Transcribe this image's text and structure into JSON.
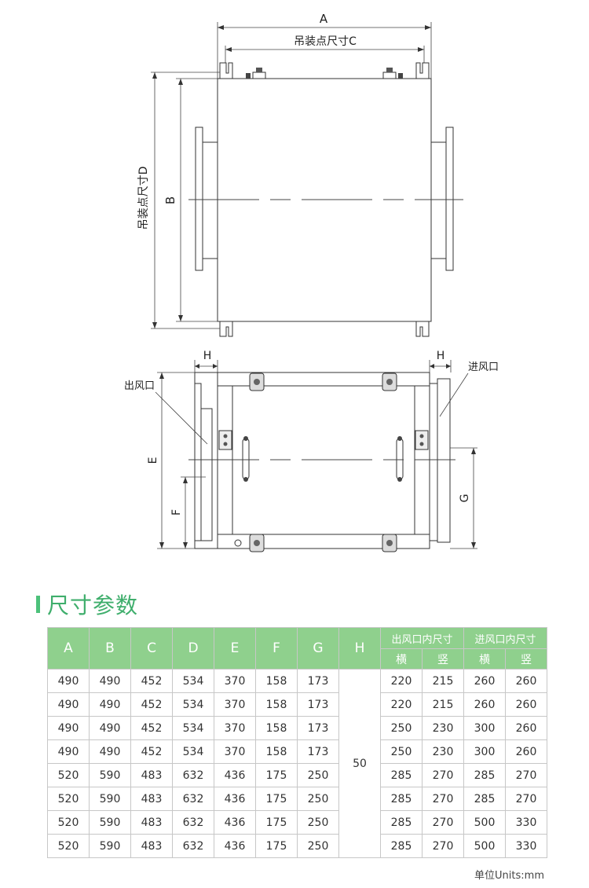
{
  "drawing": {
    "top_view": {
      "dim_a": "A",
      "dim_c": "吊装点尺寸C",
      "dim_b": "B",
      "dim_d": "吊装点尺寸D"
    },
    "side_view": {
      "dim_h_left": "H",
      "dim_h_right": "H",
      "outlet_label": "出风口",
      "inlet_label": "进风口",
      "dim_e": "E",
      "dim_f": "F",
      "dim_g": "G"
    }
  },
  "section": {
    "title": "尺寸参数"
  },
  "table": {
    "headers": [
      "A",
      "B",
      "C",
      "D",
      "E",
      "F",
      "G",
      "H"
    ],
    "outlet_group": "出风口内尺寸",
    "inlet_group": "进风口内尺寸",
    "sub_headers": [
      "横",
      "竖",
      "横",
      "竖"
    ],
    "h_value": "50",
    "rows": [
      [
        "490",
        "490",
        "452",
        "534",
        "370",
        "158",
        "173",
        "220",
        "215",
        "260",
        "260"
      ],
      [
        "490",
        "490",
        "452",
        "534",
        "370",
        "158",
        "173",
        "220",
        "215",
        "260",
        "260"
      ],
      [
        "490",
        "490",
        "452",
        "534",
        "370",
        "158",
        "173",
        "250",
        "230",
        "300",
        "260"
      ],
      [
        "490",
        "490",
        "452",
        "534",
        "370",
        "158",
        "173",
        "250",
        "230",
        "300",
        "260"
      ],
      [
        "520",
        "590",
        "483",
        "632",
        "436",
        "175",
        "250",
        "285",
        "270",
        "285",
        "270"
      ],
      [
        "520",
        "590",
        "483",
        "632",
        "436",
        "175",
        "250",
        "285",
        "270",
        "285",
        "270"
      ],
      [
        "520",
        "590",
        "483",
        "632",
        "436",
        "175",
        "250",
        "285",
        "270",
        "500",
        "330"
      ],
      [
        "520",
        "590",
        "483",
        "632",
        "436",
        "175",
        "250",
        "285",
        "270",
        "500",
        "330"
      ]
    ],
    "unit_note": "单位Units:mm"
  }
}
